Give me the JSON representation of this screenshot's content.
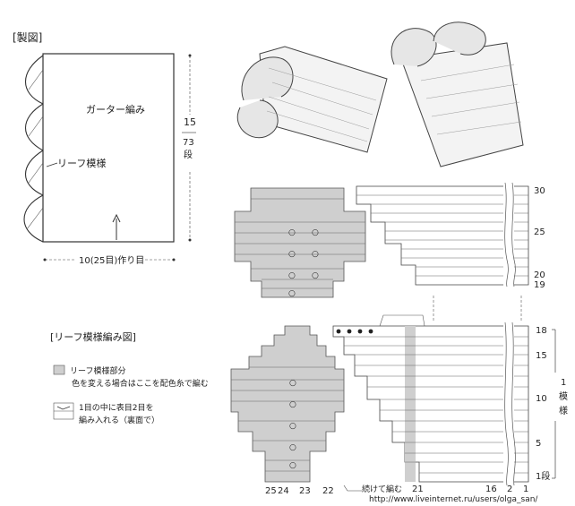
{
  "pattern": {
    "section_title": "[製図]",
    "garter_label": "ガーター編み",
    "leaf_label": "リーフ模様",
    "height_label": "15",
    "height_rows": "73",
    "height_unit": "段",
    "width_label": "10(25目)作り目"
  },
  "leaf_chart": {
    "section_title": "[リーフ模様編み図]",
    "legend_leaf_part": "リーフ模様部分",
    "legend_color_note": "色を変える場合はここを配色糸で編む",
    "legend_increase_line1": "1目の中に表目2目を",
    "legend_increase_line2": "編み入れる（裏面で）",
    "continue_label": "続けて編む",
    "side_label_1": "1",
    "side_label_2": "模",
    "side_label_3": "様"
  },
  "upper_chart": {
    "row_numbers": [
      "30",
      "25",
      "20",
      "19"
    ]
  },
  "lower_chart": {
    "row_numbers": [
      "18",
      "15",
      "10",
      "5",
      "1段"
    ],
    "bottom_left_numbers": [
      "25",
      "24",
      "23",
      "22"
    ],
    "bottom_right_numbers": [
      "21",
      "16",
      "2",
      "1"
    ]
  },
  "watermark": "http://www.liveinternet.ru/users/olga_san/"
}
